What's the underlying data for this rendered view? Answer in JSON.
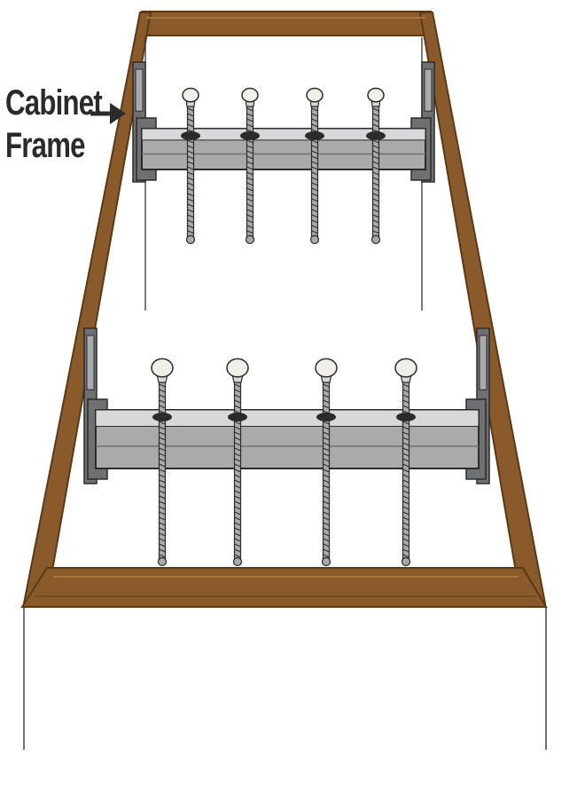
{
  "callout": {
    "lines": [
      "Cabinet",
      "Frame"
    ],
    "arrow_icon": "right-arrow-icon"
  },
  "brackets": [
    {
      "position": "upper",
      "screw_count": 4
    },
    {
      "position": "lower",
      "screw_count": 4
    }
  ],
  "colors": {
    "wood": "#8a5a2b",
    "wood_edge": "#5c3915",
    "wood_highlight": "#a8743d",
    "metal": "#a9aaac",
    "metal_dark": "#6f7072",
    "metal_light": "#d7d8da",
    "line": "#2b2b2b",
    "knob": "#f1efe9"
  }
}
